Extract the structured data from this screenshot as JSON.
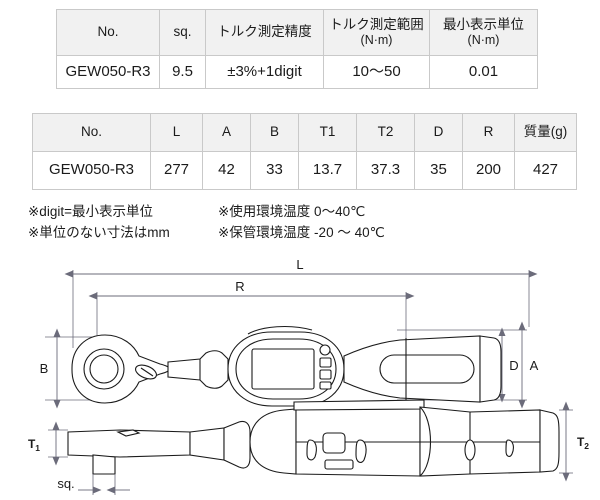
{
  "spec_table": {
    "name": "torque-spec-table",
    "headers": [
      {
        "label": "No.",
        "sub": ""
      },
      {
        "label": "sq.",
        "sub": ""
      },
      {
        "label": "トルク測定精度",
        "sub": ""
      },
      {
        "label": "トルク測定範囲",
        "sub": "(N·m)"
      },
      {
        "label": "最小表示単位",
        "sub": "(N·m)"
      }
    ],
    "rows": [
      [
        "GEW050-R3",
        "9.5",
        "±3%+1digit",
        "10〜50",
        "0.01"
      ]
    ]
  },
  "dimension_table": {
    "name": "dimension-spec-table",
    "headers": [
      "No.",
      "L",
      "A",
      "B",
      "T1",
      "T2",
      "D",
      "R",
      "質量(g)"
    ],
    "rows": [
      [
        "GEW050-R3",
        "277",
        "42",
        "33",
        "13.7",
        "37.3",
        "35",
        "200",
        "427"
      ]
    ]
  },
  "notes": [
    {
      "left": "※digit=最小表示単位",
      "right": "※使用環境温度 0〜40℃"
    },
    {
      "left": "※単位のない寸法はmm",
      "right": "※保管環境温度 -20 〜 40℃"
    }
  ],
  "drawing": {
    "title": "torque-wrench-dimension-drawing",
    "labels": {
      "length": "L",
      "reach": "R",
      "head_height": "B",
      "grip_dia": "D",
      "overall_height": "A",
      "thickness_1_base": "T",
      "thickness_1_sub": "1",
      "thickness_2_base": "T",
      "thickness_2_sub": "2",
      "square_drive": "sq."
    }
  },
  "colors": {
    "line": "#1b1b1b",
    "dimension_line": "#6b6b7a",
    "table_border": "#c9c9c9",
    "header_bg": "#f1f1f1",
    "page_bg": "#ffffff"
  }
}
